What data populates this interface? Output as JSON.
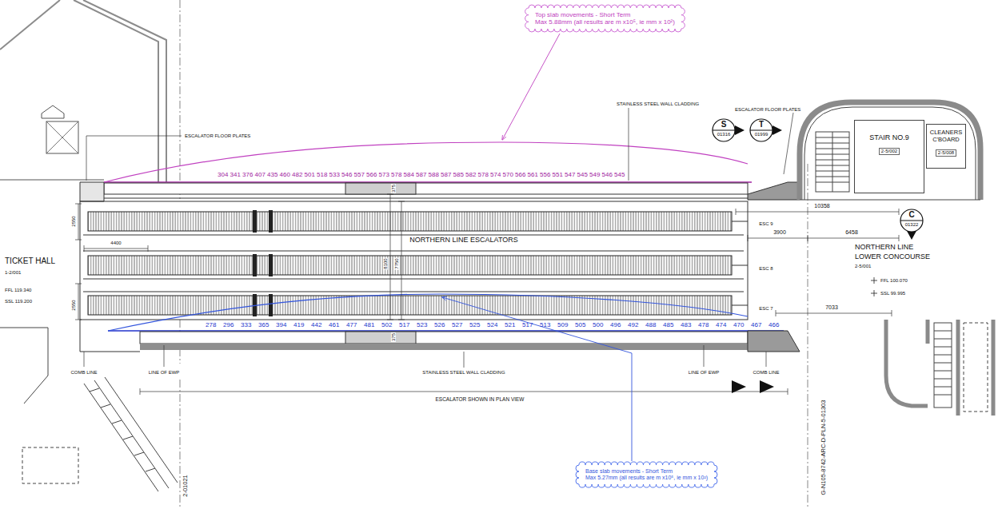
{
  "diagram": {
    "nodes": [
      {
        "text": [
          "Top slab movements - Short Term",
          "Max 5.88mm (all results are m x10⁵, ie mm x 10²)"
        ]
      },
      {
        "text": [
          "S",
          "01316"
        ]
      },
      {
        "text": [
          "T",
          "01999"
        ]
      },
      {
        "text": [
          "STAIR NO.9",
          "2-5/002"
        ]
      },
      {
        "text": [
          "CLEANERS C'BOARD",
          "2-5/008"
        ]
      },
      {
        "text": [
          "C",
          "01322"
        ]
      },
      {
        "text": [
          "Base slab movements - Short Term",
          "Max 5.27mm (all results are m x10⁵, ie mm x 10²)"
        ]
      }
    ],
    "labels": [
      "ESCALATOR FLOOR PLATES",
      "ESCALATOR FLOOR PLATES",
      "STAINLESS STEEL WALL CLADDING",
      "STAINLESS STEEL WALL CLADDING",
      "NORTHERN LINE ESCALATORS",
      "TICKET HALL",
      "1-2/001",
      "FFL 119.340",
      "SSL 119.200",
      "ESC 9",
      "ESC 8",
      "ESC 7",
      "10358",
      "3900",
      "6458",
      "7033",
      "NORTHERN LINE",
      "LOWER CONCOURSE",
      "2-5/001",
      "FFL 100.070",
      "SSL 99.995",
      "COMB LINE",
      "COMB LINE",
      "LINE OF EWP",
      "LINE OF EWP",
      "ESCALATOR SHOWN IN PLAN VIEW",
      "4400",
      "2550",
      "2550",
      "8100",
      "7750",
      "375",
      "375",
      "G-N105-8742-ARC-D-PLN-5-01303",
      "2-01021",
      "304",
      "341",
      "376",
      "407",
      "435",
      "460",
      "482",
      "501",
      "518",
      "533",
      "546",
      "557",
      "566",
      "573",
      "578",
      "584",
      "587",
      "588",
      "587",
      "585",
      "582",
      "578",
      "574",
      "570",
      "566",
      "561",
      "556",
      "551",
      "547",
      "545",
      "549",
      "546",
      "545",
      "278",
      "296",
      "333",
      "365",
      "394",
      "419",
      "442",
      "461",
      "477",
      "481",
      "502",
      "517",
      "523",
      "526",
      "527",
      "525",
      "524",
      "521",
      "517",
      "513",
      "509",
      "505",
      "500",
      "496",
      "492",
      "488",
      "485",
      "483",
      "478",
      "474",
      "470",
      "467",
      "466"
    ]
  }
}
